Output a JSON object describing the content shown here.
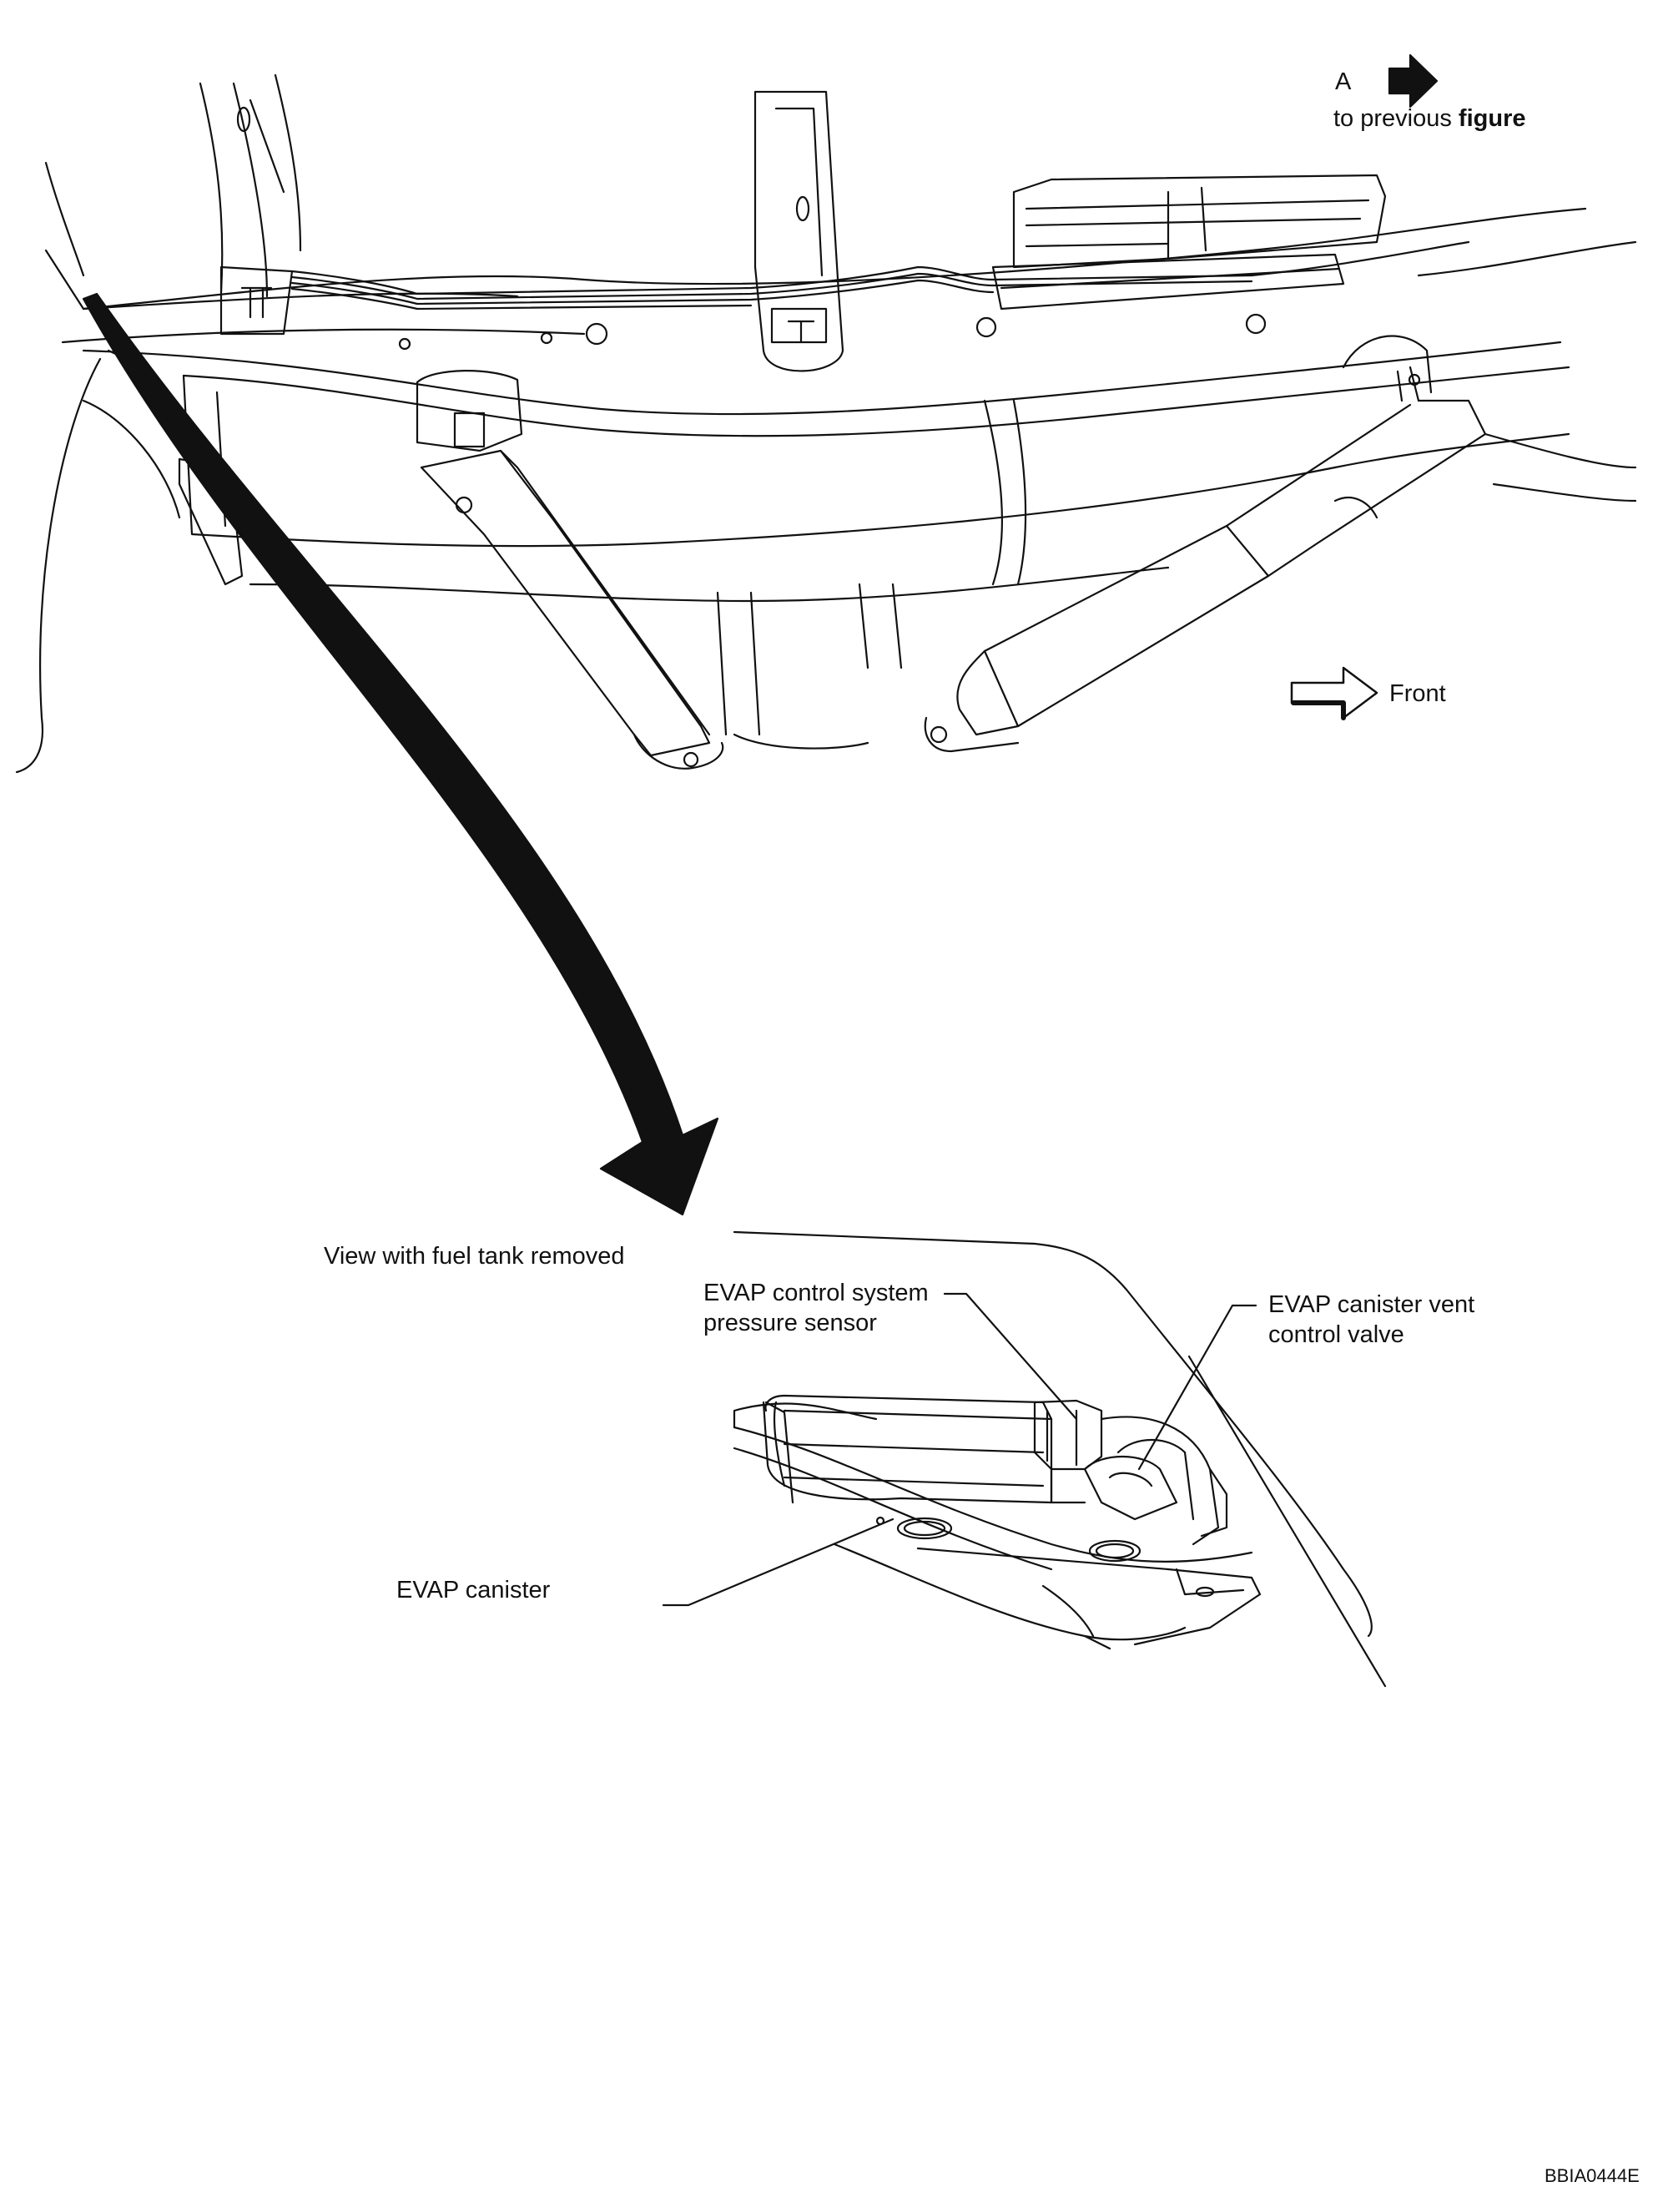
{
  "figure": {
    "code": "BBIA0444E",
    "ref_letter": "A",
    "ref_text_prefix": "to previous ",
    "ref_text_bold": "figure",
    "front_label": "Front",
    "view_caption": "View with fuel tank removed"
  },
  "callouts": {
    "pressure_sensor": {
      "line1": "EVAP control system",
      "line2": "pressure sensor"
    },
    "vent_valve": {
      "line1": "EVAP canister vent",
      "line2": "control valve"
    },
    "canister": {
      "text": "EVAP canister"
    }
  },
  "colors": {
    "ink": "#111111",
    "paper": "#ffffff"
  },
  "icons": {
    "ref_arrow": "right-arrow-solid",
    "front_arrow": "right-arrow-outline",
    "zoom_arrow": "curved-arrow-solid"
  }
}
